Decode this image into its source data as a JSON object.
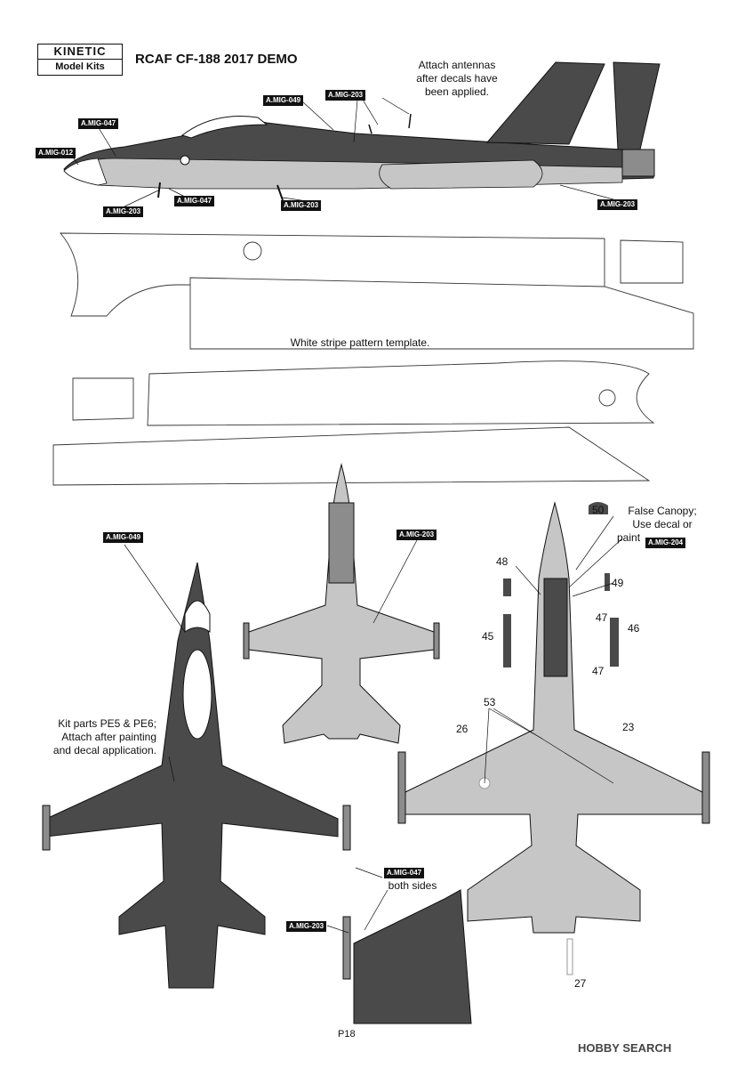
{
  "logo": {
    "brand": "KINETIC",
    "sub": "Model Kits"
  },
  "title": "RCAF CF-188 2017 DEMO",
  "notes": {
    "antennas": [
      "Attach antennas",
      "after decals have",
      "been applied."
    ],
    "stripe": "White stripe pattern template.",
    "canopy": [
      "False Canopy;",
      "Use decal or",
      "paint"
    ],
    "kit_parts": [
      "Kit parts PE5 & PE6;",
      "Attach after painting",
      "and decal application."
    ],
    "both_sides": "both sides"
  },
  "tags": {
    "t1": "A.MIG-049",
    "t2": "A.MIG-203",
    "t3": "A.MIG-047",
    "t4": "A.MIG-012",
    "t5": "A.MIG-203",
    "t6": "A.MIG-047",
    "t7": "A.MIG-203",
    "t8": "A.MIG-203",
    "t9": "A.MIG-049",
    "t10": "A.MIG-203",
    "t11": "A.MIG-204",
    "t12": "A.MIG-047",
    "t13": "A.MIG-203"
  },
  "numbers": {
    "n50": "50",
    "n48": "48",
    "n49": "49",
    "n45": "45",
    "n46": "46",
    "n47a": "47",
    "n47b": "47",
    "n53": "53",
    "n26": "26",
    "n23": "23",
    "n27": "27"
  },
  "page_number": "P18",
  "watermark": "HOBBY SEARCH",
  "colors": {
    "dark_grey": "#4a4a4a",
    "light_grey": "#c6c6c6",
    "mid_grey": "#8c8c8c",
    "tag_bg": "#111111"
  }
}
